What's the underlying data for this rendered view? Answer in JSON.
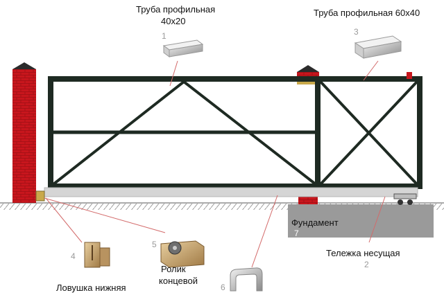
{
  "labels": {
    "profile_pipe_40x20": [
      "Труба профильная",
      "40х20"
    ],
    "profile_pipe_60x40": "Труба профильная 60х40",
    "foundation": "Фундамент",
    "carrier_trolley": "Тележка несущая",
    "end_roller": [
      "Ролик",
      "концевой"
    ],
    "bottom_catcher": "Ловушка нижняя"
  },
  "callout_numbers": {
    "pipe_40x20": "1",
    "carrier_trolley": "2",
    "pipe_60x40": "3",
    "bottom_catcher": "4",
    "end_roller": "5",
    "guide_rail": "6",
    "foundation": "7"
  },
  "colors": {
    "frame": "#1e2a22",
    "brick": "#c8161d",
    "cap": "#2b2b2b",
    "rail": "#d5d5d5",
    "ground": "#8f8f8f",
    "foundation": "#9a9a9a",
    "callout_line": "#d36a6a"
  },
  "icons": [
    "brick-pillar",
    "pillar-cap",
    "profile-pipe",
    "trolley",
    "end-roller",
    "catcher",
    "guide-rail"
  ]
}
